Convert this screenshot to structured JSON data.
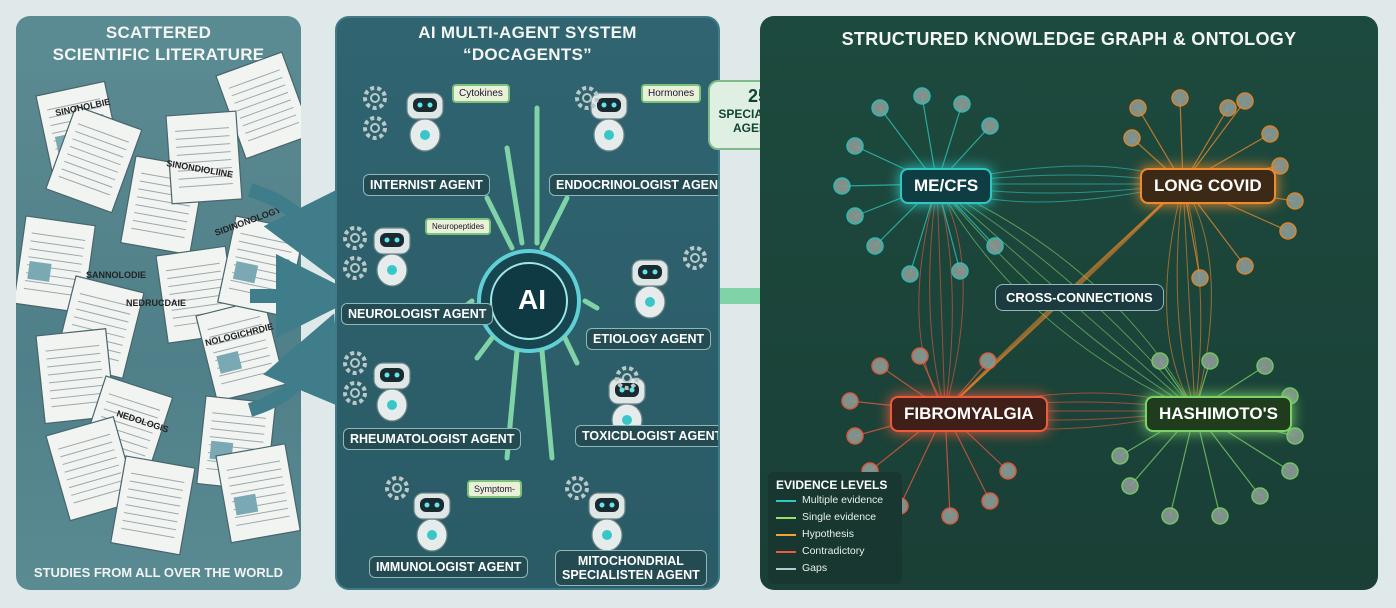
{
  "panel1": {
    "title": "SCATTERED\nSCIENTIFIC LITERATURE",
    "caption": "STUDIES FROM ALL OVER THE WORLD",
    "paper_labels": [
      "SINOHOLBIE",
      "SINONDIOLIINE",
      "SANNOLODIE",
      "NEDRUCDAIE",
      "SIDINONOLOGY",
      "NOLOGICHRDIE",
      "NEDOLOGIS"
    ]
  },
  "panel2": {
    "title": "AI MULTI-AGENT SYSTEM\n“DOCAGENTS”",
    "core_label": "AI",
    "badge": {
      "number": "25",
      "text": "SPECIALIZED\nAGENTS"
    },
    "agents": {
      "internist": "INTERNIST AGENT",
      "endocrinologist": "ENDOCRINOLOGIST AGENT",
      "neurologist": "NEUROLOGIST AGENT",
      "etiology": "ETIOLOGY AGENT",
      "rheumatologist": "RHEUMATOLOGIST AGENT",
      "toxicologist": "TOXICDLOGIST AGENT",
      "immunologist": "IMMUNOLOGIST AGENT",
      "mitochondrial": "MITOCHONDRIAL\nSPECIALISTEN AGENT"
    },
    "chips": {
      "cytokines": "Cytokines",
      "hormones": "Hormones",
      "neuro": "Neuropeptides",
      "symptom": "Symptom-"
    }
  },
  "panel3": {
    "title": "STRUCTURED KNOWLEDGE GRAPH & ONTOLOGY",
    "nodes": {
      "mecfs": "ME/CFS",
      "longcovid": "LONG COVID",
      "fibro": "FIBROMYALGIA",
      "hashimoto": "HASHIMOTO'S"
    },
    "center": "CROSS-CONNECTIONS",
    "legend": {
      "title": "EVIDENCE LEVELS",
      "items": [
        {
          "label": "Multiple evidence",
          "color": "#2fc7c2"
        },
        {
          "label": "Single evidence",
          "color": "#9be06a"
        },
        {
          "label": "Hypothesis",
          "color": "#f0a43a"
        },
        {
          "label": "Contradictory",
          "color": "#ef5a3c"
        },
        {
          "label": "Gaps",
          "color": "#b9c8d6"
        }
      ]
    }
  },
  "colors": {
    "mecfs": "#2fc7c2",
    "longcovid": "#f08a2a",
    "fibro": "#ef5a3c",
    "hashimoto": "#7dd36a",
    "arrow": "#7fd3a6"
  }
}
